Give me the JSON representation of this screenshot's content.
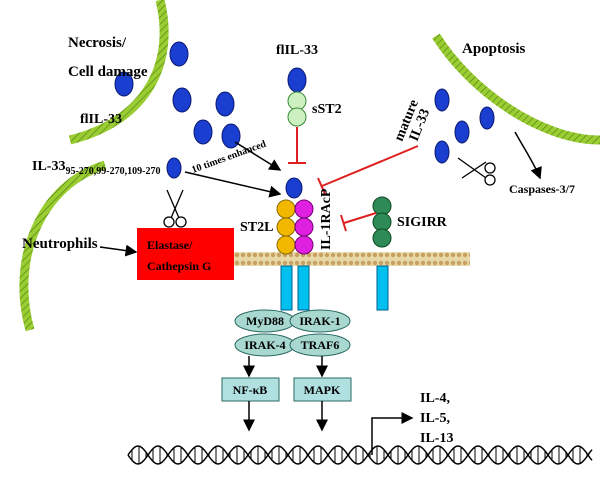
{
  "labels": {
    "necrosis_line1": "Necrosis/",
    "necrosis_line2": "Cell damage",
    "flil33_left": "flIL-33",
    "flil33_top": "flIL-33",
    "sst2": "sST2",
    "apoptosis": "Apoptosis",
    "mature_il33_line1": "mature",
    "mature_il33_line2": "IL-33",
    "caspases": "Caspases-3/7",
    "il33_base": "IL-33",
    "il33_sub": "95-270,99-270,109-270",
    "enhanced": "10 times enhanced",
    "neutrophils": "Neutrophils",
    "elastase_line1": "Elastase/",
    "elastase_line2": "Cathepsin G",
    "st2l": "ST2L",
    "il1racp": "IL-1RAcP",
    "sigirr": "SIGIRR",
    "myd88": "MyD88",
    "irak1": "IRAK-1",
    "irak4": "IRAK-4",
    "traf6": "TRAF6",
    "nfkb": "NF-κB",
    "mapk": "MAPK",
    "il4": "IL-4,",
    "il5": "IL-5,",
    "il13": "IL-13"
  },
  "colors": {
    "il33_blue": "#1a3fd0",
    "membrane_green": "#9acd32",
    "st2l_yellow": "#f2b800",
    "il1racp_magenta": "#e020e0",
    "sigirr_green": "#2e8b57",
    "sst2_light_green": "#ccf0c0",
    "receptor_cyan": "#00c0f0",
    "adaptor_teal": "#a8d8d0",
    "box_teal": "#b0e0e0",
    "elastase_red": "#ff0000",
    "inhibition_red": "#e02020",
    "lipid_tan": "#d9c08c"
  }
}
